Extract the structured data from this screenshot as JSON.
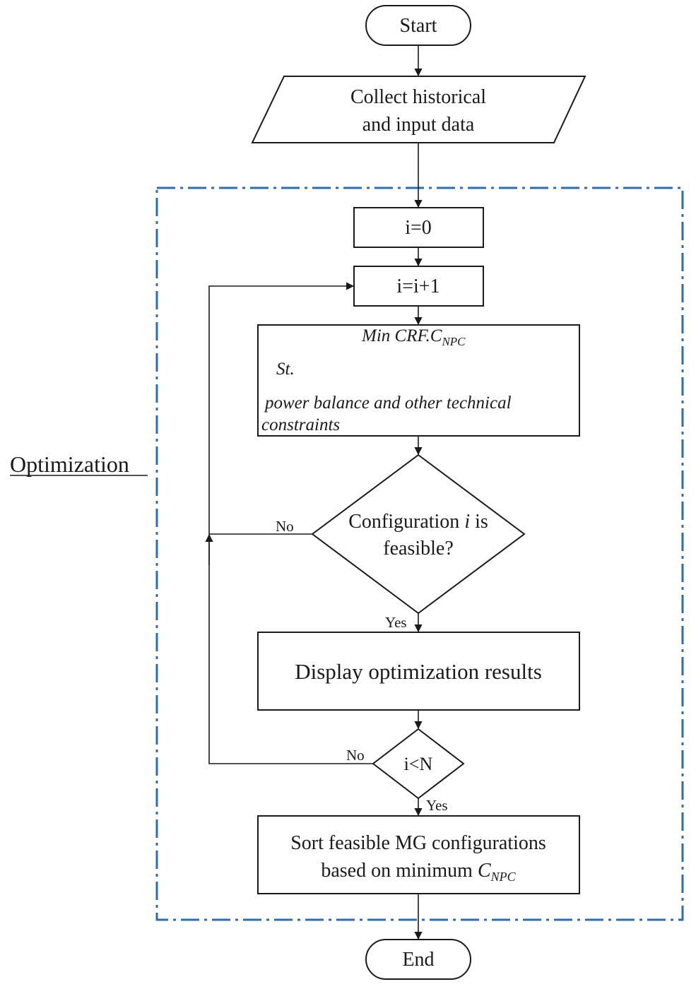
{
  "start": {
    "label": "Start"
  },
  "collect": {
    "line1": "Collect historical",
    "line2": "and input data"
  },
  "frame_label": "Optimization",
  "init": {
    "label": "i=0"
  },
  "increment": {
    "label": "i=i+1"
  },
  "model": {
    "objective": "Min CRF.C",
    "objective_sub": "NPC",
    "st": "St.",
    "constraint_line1": "power balance and other technical",
    "constraint_line2": "constraints"
  },
  "feasible": {
    "line1_pre": "Configuration ",
    "line1_var": "i",
    "line1_post": " is",
    "line2": "feasible?"
  },
  "no1": "No",
  "yes1": "Yes",
  "display": {
    "label": "Display optimization results"
  },
  "loop_check": {
    "label": "i<N"
  },
  "no2": "No",
  "yes2": "Yes",
  "sort": {
    "line1": "Sort feasible MG configurations",
    "line2_pre": "based on minimum ",
    "line2_var": "C",
    "line2_sub": "NPC"
  },
  "end": {
    "label": "End"
  },
  "colors": {
    "frame": "#2a6db5",
    "line": "#1a1a1a"
  }
}
